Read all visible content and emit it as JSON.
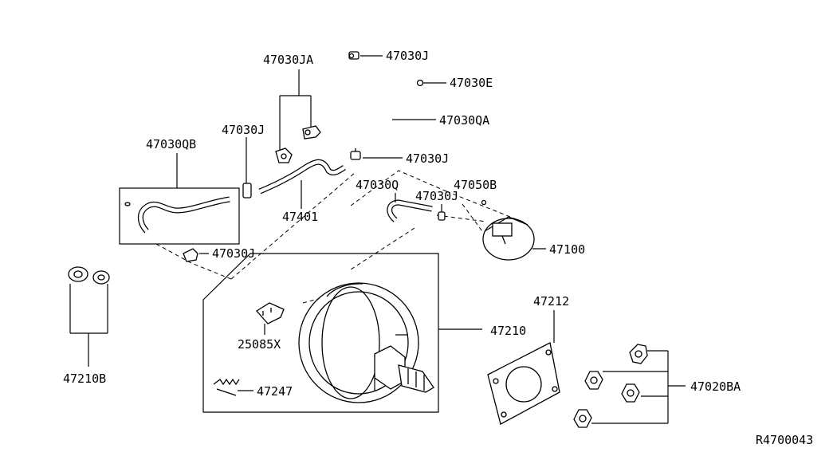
{
  "diagram": {
    "reference": "R4700043",
    "labels": {
      "p47030JA": "47030JA",
      "p47030J_top": "47030J",
      "p47030E": "47030E",
      "p47030QA": "47030QA",
      "p47030J_left": "47030J",
      "p47030QB": "47030QB",
      "p47030J_mid": "47030J",
      "p47401": "47401",
      "p47030Q": "47030Q",
      "p47030J_right": "47030J",
      "p47050B": "47050B",
      "p47100": "47100",
      "p47030J_low": "47030J",
      "p47210": "47210",
      "p25085X": "25085X",
      "p47247": "47247",
      "p47212": "47212",
      "p47210B": "47210B",
      "p47020BA": "47020BA"
    }
  }
}
